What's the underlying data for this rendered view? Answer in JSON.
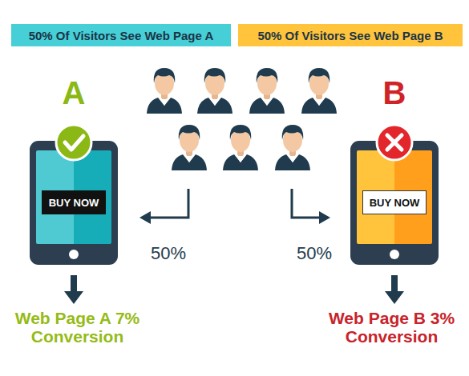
{
  "diagram": {
    "nodes": [
      {
        "text": [
          "50% Of Visitors See Web Page A"
        ]
      },
      {
        "text": [
          "50% Of Visitors See Web Page B"
        ]
      },
      {
        "text": [
          "A"
        ]
      },
      {
        "text": [
          "BUY NOW"
        ],
        "in": 2
      },
      {
        "text": [
          "B"
        ]
      },
      {
        "text": [
          "BUY NOW"
        ],
        "in": 4
      }
    ],
    "labels": [
      "50%",
      "50%",
      "Web Page A 7% Conversion",
      "Web Page B 3% Conversion"
    ]
  }
}
